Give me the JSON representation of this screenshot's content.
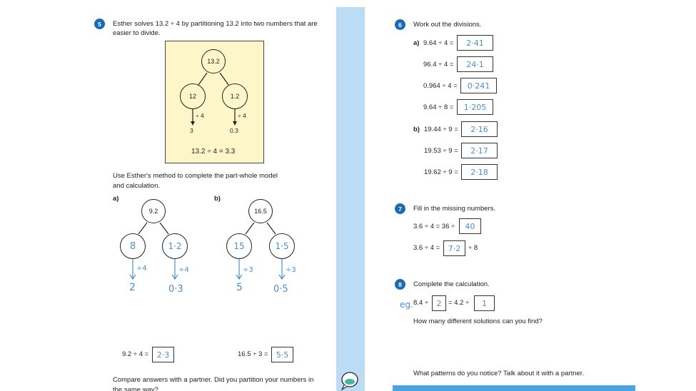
{
  "q5": {
    "number": "5",
    "intro_line1": "Esther solves 13.2 ÷ 4 by partitioning 13.2 into two numbers that are",
    "intro_line2": "easier to divide.",
    "example": {
      "whole": "13.2",
      "part1": "12",
      "part2": "1.2",
      "op1": "÷ 4",
      "op2": "÷ 4",
      "res1": "3",
      "res2": "0.3",
      "calc": "13.2 ÷ 4 = 3.3"
    },
    "instruction_line1": "Use Esther's method to complete the part-whole model",
    "instruction_line2": "and calculation.",
    "a": {
      "label": "a)",
      "whole": "9.2",
      "part1": "8",
      "part2": "1·2",
      "op1": "÷4",
      "op2": "÷4",
      "res1": "2",
      "res2": "0·3",
      "calc_prefix": "9.2 ÷ 4 =",
      "answer": "2·3"
    },
    "b": {
      "label": "b)",
      "whole": "16.5",
      "part1": "15",
      "part2": "1·5",
      "op1": "÷3",
      "op2": "÷3",
      "res1": "5",
      "res2": "0·5",
      "calc_prefix": "16.5 ÷ 3 =",
      "answer": "5·5"
    },
    "compare_line1": "Compare answers with a partner. Did you partition your numbers in",
    "compare_line2": "the same way?"
  },
  "q6": {
    "number": "6",
    "title": "Work out the divisions.",
    "a_label": "a)",
    "b_label": "b)",
    "rows": [
      {
        "expr": "9.64 ÷ 4 =",
        "answer": "2·41"
      },
      {
        "expr": "96.4 ÷ 4 =",
        "answer": "24·1"
      },
      {
        "expr": "0.964 ÷ 4 =",
        "answer": "0·241"
      },
      {
        "expr": "9.64 ÷ 8 =",
        "answer": "1·205"
      },
      {
        "expr": "19.44 ÷ 9 =",
        "answer": "2·16"
      },
      {
        "expr": "19.53 ÷ 9 =",
        "answer": "2·17"
      },
      {
        "expr": "19.62 ÷ 9 =",
        "answer": "2·18"
      }
    ]
  },
  "q7": {
    "number": "7",
    "title": "Fill in the missing numbers.",
    "row1_prefix": "3.6 ÷ 4 = 36 ÷",
    "row1_answer": "40",
    "row2_prefix": "3.6 ÷ 4 =",
    "row2_answer": "7·2",
    "row2_suffix": "÷ 8"
  },
  "q8": {
    "number": "8",
    "title": "Complete the calculation.",
    "eg": "eg.",
    "expr_prefix": "8.4 ÷",
    "answer1": "2",
    "expr_mid": "= 4.2 ÷",
    "answer2": "1",
    "question": "How many different solutions can you find?",
    "patterns": "What patterns do you notice? Talk about it with a partner."
  },
  "icons": {
    "discuss": "speech-bubble-icon"
  },
  "colors": {
    "accent": "#1a6bb5",
    "divider": "#bcdcf5",
    "yellow": "#fdf6c8",
    "handwriting": "#4a8fd6"
  }
}
